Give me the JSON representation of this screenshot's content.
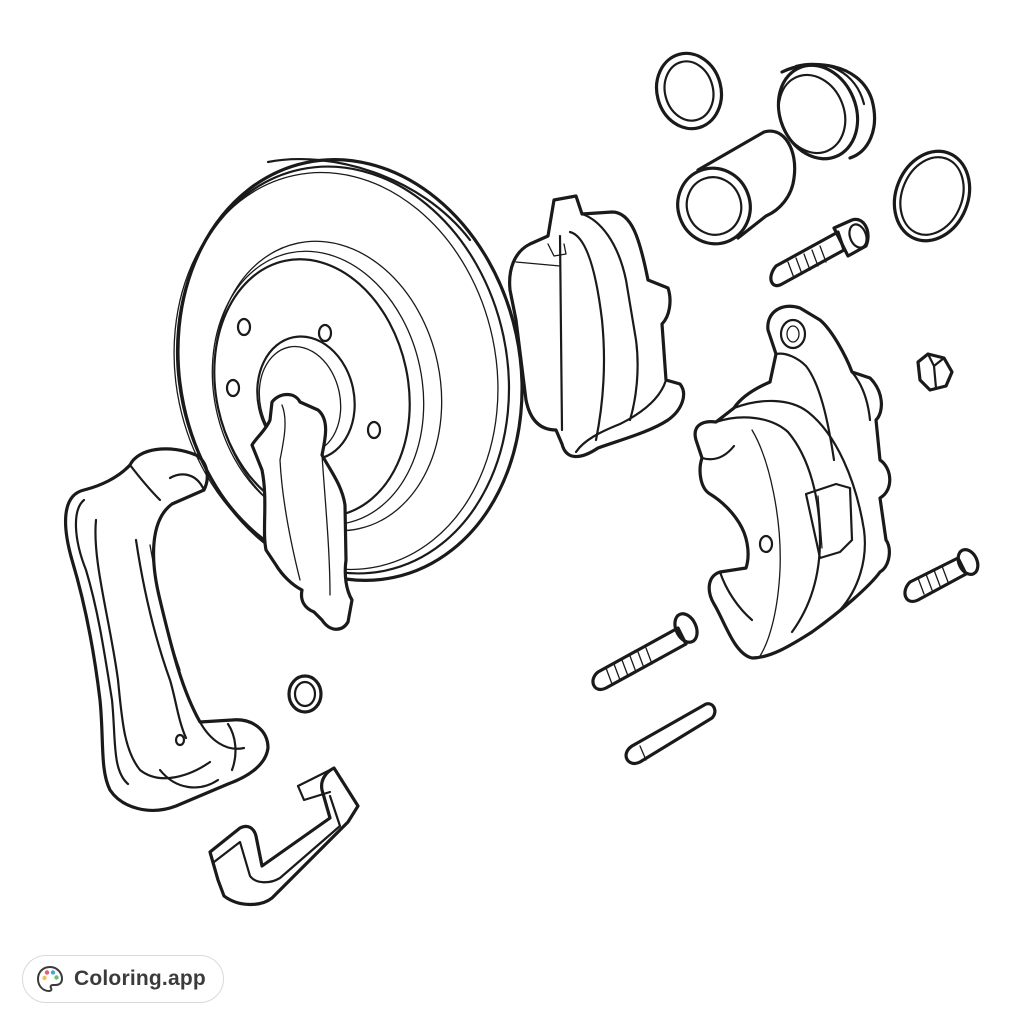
{
  "badge": {
    "label": "Coloring.app",
    "icon": "palette-icon",
    "icon_colors": [
      "#f2c14e",
      "#e85d75",
      "#4aa3df",
      "#6cc070"
    ]
  },
  "drawing": {
    "parts": [
      "brake-disc-rotor",
      "caliper-bracket",
      "inner-brake-pad",
      "outer-brake-pad",
      "brake-caliper",
      "piston-seal-ring",
      "dust-boot",
      "caliper-piston",
      "piston-o-ring",
      "guide-bolt",
      "bleeder-cap",
      "guide-pin",
      "guide-pin-bushing",
      "retaining-pin",
      "anti-rattle-clip",
      "bracket-spring-clip"
    ]
  }
}
